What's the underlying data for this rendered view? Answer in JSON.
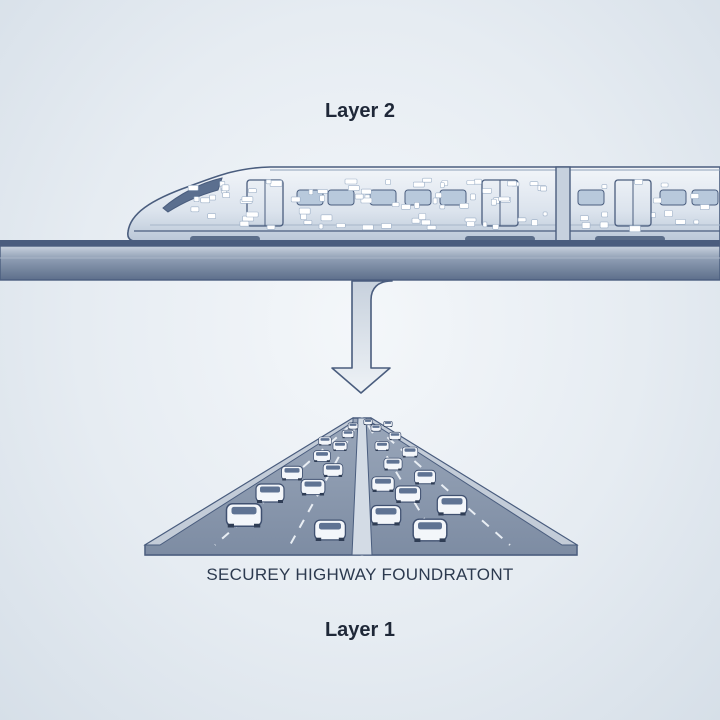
{
  "diagram": {
    "top_layer": {
      "label": "Layer 2"
    },
    "bottom_layer": {
      "label": "Layer 1",
      "caption": "SECUREY HIGHWAY FOUNDRATONT"
    },
    "colors": {
      "outline": "#4a5d7e",
      "train_body": "#dfe6ef",
      "window": "#b8c9dc",
      "data_light": "#ffffff",
      "rail": "#6d7f99",
      "road": "#7f8ea4",
      "arrow_fill": "#e5ebf2",
      "label": "#1f2838"
    },
    "icons": [
      "train-icon",
      "arrow-down-icon",
      "car-icon",
      "highway-icon"
    ]
  }
}
